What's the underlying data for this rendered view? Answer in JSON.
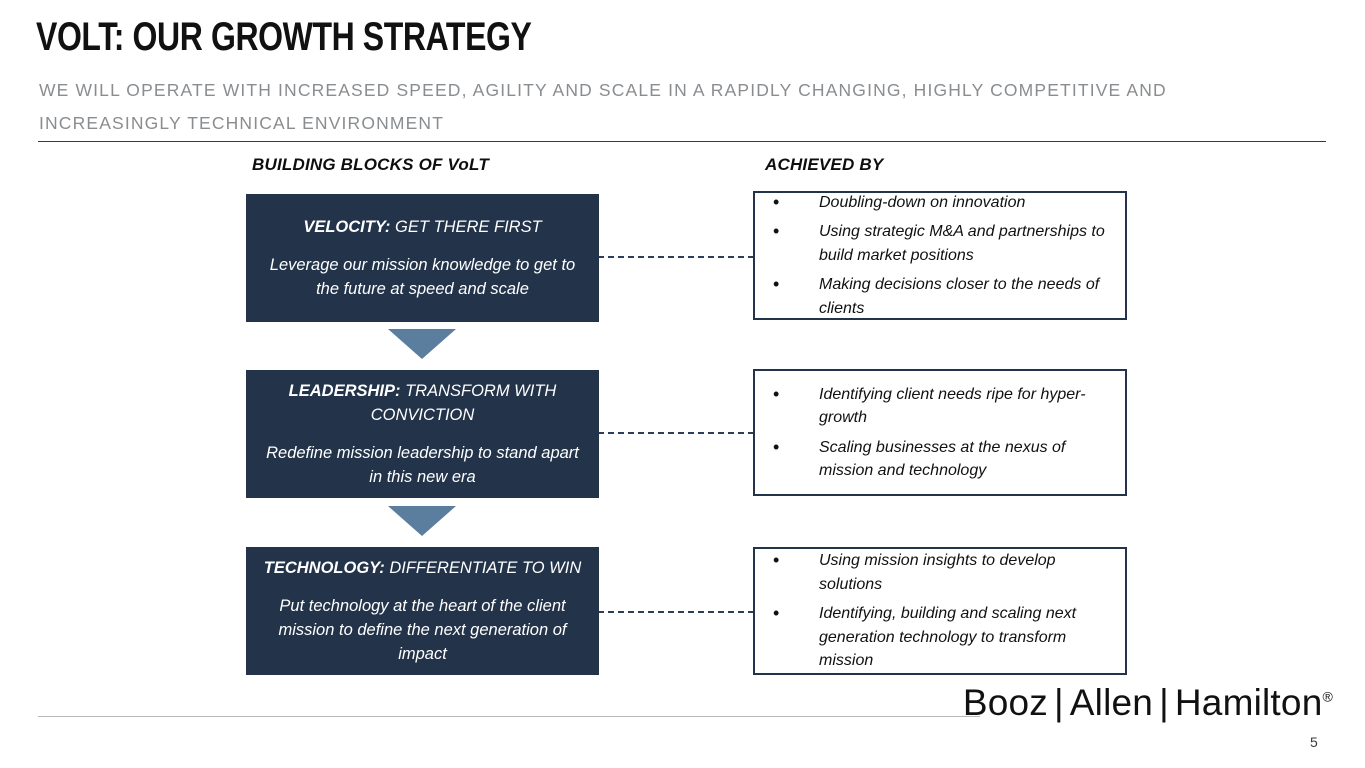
{
  "slide": {
    "title": "VOLT: OUR GROWTH STRATEGY",
    "subtitle": "WE WILL OPERATE WITH INCREASED SPEED, AGILITY AND SCALE IN A RAPIDLY CHANGING, HIGHLY COMPETITIVE AND INCREASINGLY TECHNICAL ENVIRONMENT",
    "page_number": "5"
  },
  "columns": {
    "left_header": "BUILDING BLOCKS OF VoLT",
    "right_header": "ACHIEVED BY"
  },
  "colors": {
    "block_navy": "#22334a",
    "arrow_blue": "#5b7d9e",
    "subtitle_gray": "#8a8d90",
    "border_navy": "#22334a"
  },
  "rows": [
    {
      "key": "velocity",
      "label_bold": "VELOCITY:",
      "label_rest": " GET THERE FIRST",
      "description": "Leverage our mission knowledge to get to the future at speed and scale",
      "bullets": [
        "Doubling-down on innovation",
        "Using strategic M&A and partnerships to build market positions",
        "Making decisions closer to the needs of clients"
      ]
    },
    {
      "key": "leadership",
      "label_bold": "LEADERSHIP:",
      "label_rest": " TRANSFORM WITH CONVICTION",
      "description": "Redefine mission leadership to stand apart in this new era",
      "bullets": [
        "Identifying client needs ripe for hyper-growth",
        "Scaling businesses at the nexus of mission and technology"
      ]
    },
    {
      "key": "technology",
      "label_bold": "TECHNOLOGY:",
      "label_rest": " DIFFERENTIATE TO WIN",
      "description": "Put technology at the heart of the client mission to define the next generation of impact",
      "bullets": [
        "Using mission insights to develop solutions",
        "Identifying, building and scaling next generation technology to transform mission"
      ]
    }
  ],
  "footer": {
    "logo_part1": "Booz",
    "logo_part2": "Allen",
    "logo_part3": "Hamilton",
    "logo_registered": "®",
    "separator": "|"
  }
}
